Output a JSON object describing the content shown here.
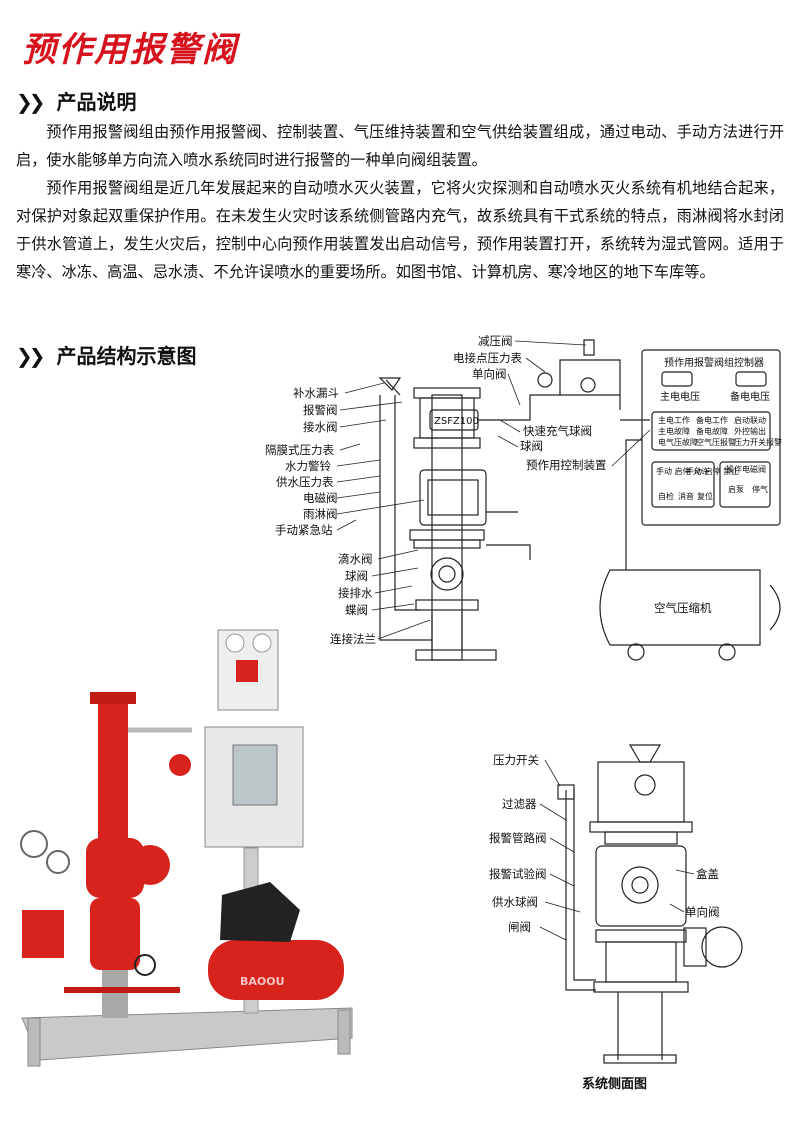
{
  "page": {
    "title": "预作用报警阀"
  },
  "sections": {
    "description_heading": "产品说明",
    "paragraphs": [
      "预作用报警阀组由预作用报警阀、控制装置、气压维持装置和空气供给装置组成，通过电动、手动方法进行开启，使水能够单方向流入喷水系统同时进行报警的一种单向阀组装置。",
      "预作用报警阀组是近几年发展起来的自动喷水灭火装置，它将火灾探测和自动喷水灭火系统有机地结合起来，对保护对象起双重保护作用。在未发生火灾时该系统侧管路内充气，故系统具有干式系统的特点，雨淋阀将水封闭于供水管道上，发生火灾后，控制中心向预作用装置发出启动信号，预作用装置打开，系统转为湿式管网。适用于寒冷、冰冻、高温、忌水渍、不允许误喷水的重要场所。如图书馆、计算机房、寒冷地区的地下车库等。"
    ],
    "structure_heading": "产品结构示意图"
  },
  "diagram_main": {
    "left_labels": [
      "补水漏斗",
      "报警阀",
      "接水阀",
      "隔膜式压力表",
      "水力警铃",
      "供水压力表",
      "电磁阀",
      "雨淋阀",
      "手动紧急站",
      "滴水阀",
      "球阀",
      "接排水",
      "蝶阀",
      "连接法兰"
    ],
    "top_labels": [
      "减压阀",
      "电接点压力表",
      "单向阀"
    ],
    "right_labels": [
      "快速充气球阀",
      "球阀",
      "预作用控制装置"
    ],
    "valve_plate": "ZSFZ100",
    "controller": {
      "title": "预作用报警阀组控制器",
      "main_power": "主电电压",
      "backup_power": "备电电压",
      "indicators": [
        "主电工作",
        "备电工作",
        "启动联动",
        "主电故障",
        "备电故障",
        "外控输出",
        "电气压故障",
        "空气压报警",
        "压力开关报警"
      ],
      "buttons_left": [
        "手动\n启停\n允许",
        "手动\n启停\n禁止",
        "自检",
        "消音",
        "复位"
      ],
      "buttons_right_title": "操作电磁阀",
      "buttons_right": [
        "启泵",
        "停气"
      ]
    },
    "compressor": "空气压缩机"
  },
  "photo": {
    "compressor_brand": "BAOOU"
  },
  "diagram_side": {
    "labels_left": [
      "压力开关",
      "过滤器",
      "报警管路阀",
      "报警试验阀",
      "供水球阀",
      "闸阀"
    ],
    "labels_right": [
      "盒盖",
      "单向阀"
    ],
    "caption": "系统侧面图"
  },
  "colors": {
    "title_red": "#d6131c",
    "valve_red": "#d8231c",
    "line": "#222222"
  }
}
